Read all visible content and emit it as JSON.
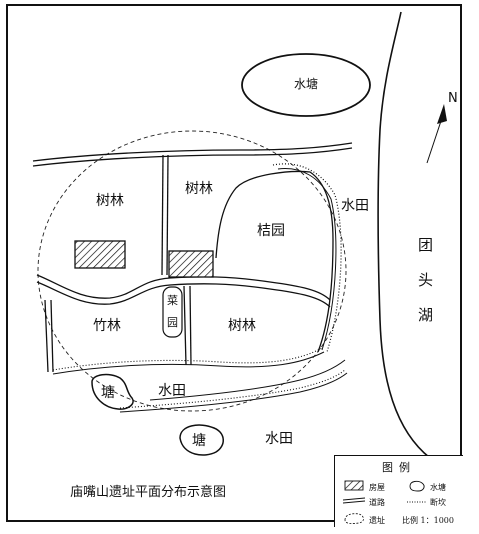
{
  "map": {
    "caption": "庙嘴山遗址平面分布示意图",
    "north": "N",
    "labels": {
      "pond_top": "水塘",
      "forest_left": "树林",
      "forest_mid": "树林",
      "orange_garden": "桔园",
      "paddy_right": "水田",
      "lake": "团头湖",
      "lake_chars": [
        "团",
        "头",
        "湖"
      ],
      "bamboo": "竹林",
      "vegetable_garden": "菜园",
      "vegetable_chars": [
        "菜",
        "园"
      ],
      "forest_lower": "树林",
      "pond_small": "塘",
      "paddy_lower": "水田",
      "pond_bottom": "塘",
      "paddy_bottom": "水田"
    }
  },
  "legend": {
    "title": "图例",
    "items": {
      "house": "房屋",
      "pond": "水塘",
      "road": "道路",
      "scarp": "断坎",
      "site": "遗址",
      "scale": "比例 1：1000"
    }
  }
}
